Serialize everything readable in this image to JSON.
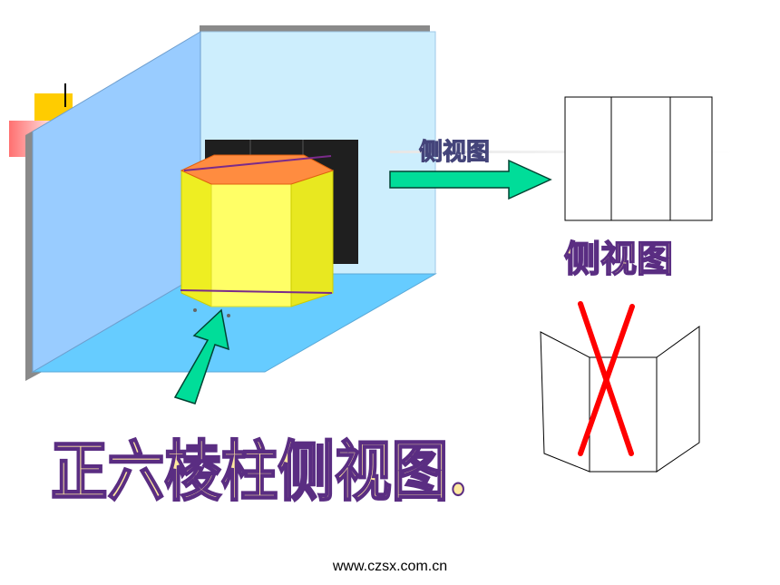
{
  "labels": {
    "side_view_small": "侧视图",
    "side_view_caption": "侧视图",
    "main_title": "正六棱柱侧视图."
  },
  "footer": {
    "url": "www.czsx.com.cn"
  },
  "colors": {
    "back_wall": "#cdeefd",
    "left_wall": "#99ccff",
    "floor": "#66ccff",
    "shadow": "#1f1f1f",
    "prism_face": "#ffff66",
    "prism_side": "#eeee22",
    "prism_top": "#ff8c40",
    "arrow_fill": "#00dd99",
    "cross": "#ff0000",
    "text_fill": "#ffe9a0",
    "text_outline": "#5a2d82"
  }
}
